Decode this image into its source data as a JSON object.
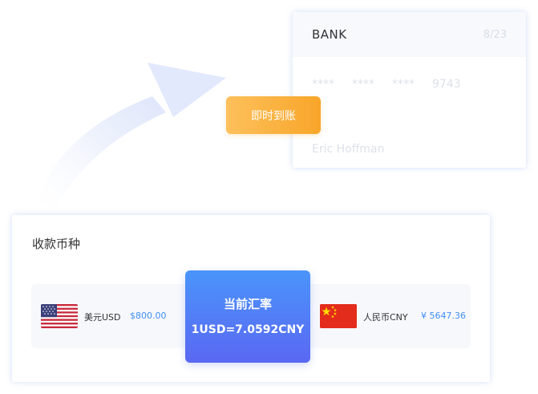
{
  "bank_card": {
    "bank_name": "BANK",
    "expiry": "8/23",
    "number_groups": [
      "****",
      "****",
      "****",
      "9743"
    ],
    "holder_name": "Eric Hoffman"
  },
  "transfer_button": {
    "label": "即时到账"
  },
  "currency_panel": {
    "title": "收款币种",
    "from": {
      "flag_icon": "us-flag-icon",
      "label": "美元USD",
      "amount": "$800.00"
    },
    "to": {
      "flag_icon": "cn-flag-icon",
      "label": "人民币CNY",
      "amount": "¥ 5647.36"
    },
    "rate": {
      "title": "当前汇率",
      "value": "1USD=7.0592CNY"
    }
  },
  "colors": {
    "accent_blue": "#3f8ff2",
    "button_orange": "#f8a62a",
    "rate_gradient_top": "#4a94fb",
    "rate_gradient_bottom": "#5a68f2",
    "arrow_tint": "#e6ecfb"
  }
}
